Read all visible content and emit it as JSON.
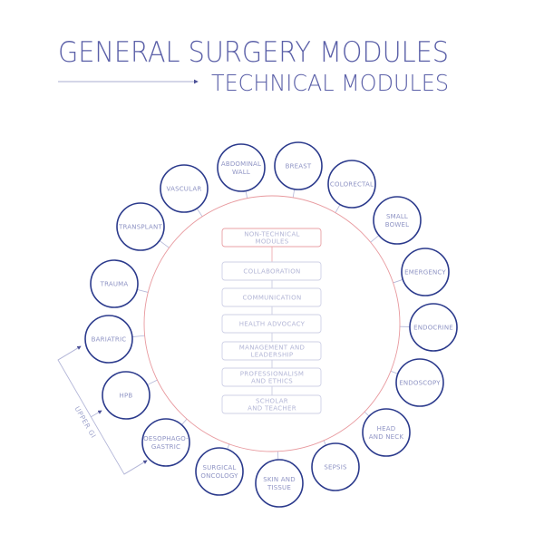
{
  "header": {
    "title": "GENERAL SURGERY MODULES",
    "subtitle": "TECHNICAL MODULES"
  },
  "colors": {
    "title": "#5b60a8",
    "module_ring": "#2b3a8c",
    "main_ring": "#e89a9f",
    "non_technical_box": "#cfd1e6",
    "non_technical_header": "#e8a0a5"
  },
  "technical_modules": [
    {
      "id": "abdominal-wall",
      "lines": [
        "ABDOMINAL",
        "WALL"
      ]
    },
    {
      "id": "breast",
      "lines": [
        "BREAST"
      ]
    },
    {
      "id": "colorectal",
      "lines": [
        "COLORECTAL"
      ]
    },
    {
      "id": "small-bowel",
      "lines": [
        "SMALL",
        "BOWEL"
      ]
    },
    {
      "id": "emergency",
      "lines": [
        "EMERGENCY"
      ]
    },
    {
      "id": "endocrine",
      "lines": [
        "ENDOCRINE"
      ]
    },
    {
      "id": "endoscopy",
      "lines": [
        "ENDOSCOPY"
      ]
    },
    {
      "id": "head-and-neck",
      "lines": [
        "HEAD",
        "AND NECK"
      ]
    },
    {
      "id": "sepsis",
      "lines": [
        "SEPSIS"
      ]
    },
    {
      "id": "skin-and-tissue",
      "lines": [
        "SKIN AND",
        "TISSUE"
      ]
    },
    {
      "id": "surgical-oncology",
      "lines": [
        "SURGICAL",
        "ONCOLOGY"
      ]
    },
    {
      "id": "oesophago-gastric",
      "lines": [
        "OESOPHAGO-",
        "GASTRIC"
      ]
    },
    {
      "id": "hpb",
      "lines": [
        "HPB"
      ]
    },
    {
      "id": "bariatric",
      "lines": [
        "BARIATRIC"
      ]
    },
    {
      "id": "trauma",
      "lines": [
        "TRAUMA"
      ]
    },
    {
      "id": "transplant",
      "lines": [
        "TRANSPLANT"
      ]
    },
    {
      "id": "vascular",
      "lines": [
        "VASCULAR"
      ]
    }
  ],
  "non_technical": {
    "header": [
      "NON-TECHNICAL",
      "MODULES"
    ],
    "items": [
      {
        "lines": [
          "COLLABORATION"
        ]
      },
      {
        "lines": [
          "COMMUNICATION"
        ]
      },
      {
        "lines": [
          "HEALTH ADVOCACY"
        ]
      },
      {
        "lines": [
          "MANAGEMENT AND",
          "LEADERSHIP"
        ]
      },
      {
        "lines": [
          "PROFESSIONALISM",
          "AND ETHICS"
        ]
      },
      {
        "lines": [
          "SCHOLAR",
          "AND TEACHER"
        ]
      }
    ]
  },
  "upper_gi": {
    "label": "UPPER GI"
  }
}
